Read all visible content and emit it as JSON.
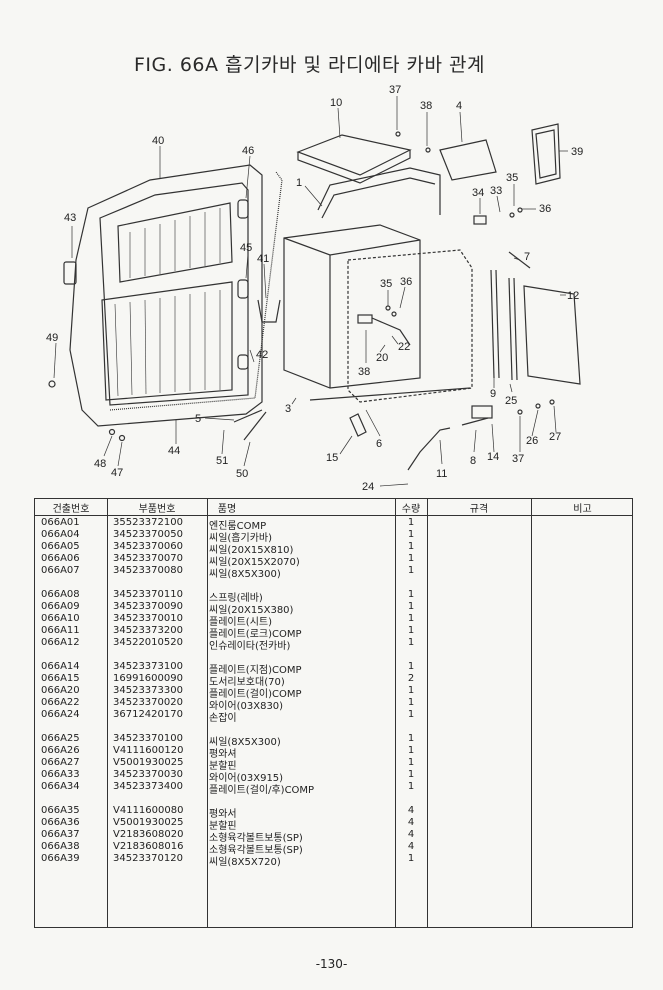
{
  "title": "FIG. 66A 흡기카바 및 라디에타 카바 관계",
  "callouts": [
    "10",
    "37",
    "38",
    "4",
    "39",
    "40",
    "46",
    "1",
    "34",
    "33",
    "35",
    "36",
    "43",
    "45",
    "41",
    "7",
    "35",
    "36",
    "12",
    "22",
    "20",
    "38",
    "49",
    "42",
    "9",
    "25",
    "5",
    "3",
    "6",
    "15",
    "8",
    "14",
    "37",
    "26",
    "27",
    "11",
    "24",
    "48",
    "47",
    "44",
    "51",
    "50"
  ],
  "table": {
    "headers": {
      "code": "건출번호",
      "part_no": "부품번호",
      "name": "품명",
      "qty": "수량",
      "spec": "규격",
      "remark": "비고"
    },
    "groups": [
      [
        {
          "code": "066A01",
          "part_no": "35523372100",
          "name": "엔진룸COMP",
          "qty": "1"
        },
        {
          "code": "066A04",
          "part_no": "34523370050",
          "name": "씨일(흡기카바)",
          "qty": "1"
        },
        {
          "code": "066A05",
          "part_no": "34523370060",
          "name": "씨일(20X15X810)",
          "qty": "1"
        },
        {
          "code": "066A06",
          "part_no": "34523370070",
          "name": "씨일(20X15X2070)",
          "qty": "1"
        },
        {
          "code": "066A07",
          "part_no": "34523370080",
          "name": "씨일(8X5X300)",
          "qty": "1"
        }
      ],
      [
        {
          "code": "066A08",
          "part_no": "34523370110",
          "name": "스프링(레바)",
          "qty": "1"
        },
        {
          "code": "066A09",
          "part_no": "34523370090",
          "name": "씨일(20X15X380)",
          "qty": "1"
        },
        {
          "code": "066A10",
          "part_no": "34523370010",
          "name": "플레이트(시트)",
          "qty": "1"
        },
        {
          "code": "066A11",
          "part_no": "34523373200",
          "name": "플레이트(로크)COMP",
          "qty": "1"
        },
        {
          "code": "066A12",
          "part_no": "34522010520",
          "name": "인슈레이타(전카바)",
          "qty": "1"
        }
      ],
      [
        {
          "code": "066A14",
          "part_no": "34523373100",
          "name": "플레이트(지점)COMP",
          "qty": "1"
        },
        {
          "code": "066A15",
          "part_no": "16991600090",
          "name": "도서리보호대(70)",
          "qty": "2"
        },
        {
          "code": "066A20",
          "part_no": "34523373300",
          "name": "플레이트(걸이)COMP",
          "qty": "1"
        },
        {
          "code": "066A22",
          "part_no": "34523370020",
          "name": "와이어(03X830)",
          "qty": "1"
        },
        {
          "code": "066A24",
          "part_no": "36712420170",
          "name": "손잡이",
          "qty": "1"
        }
      ],
      [
        {
          "code": "066A25",
          "part_no": "34523370100",
          "name": "씨일(8X5X300)",
          "qty": "1"
        },
        {
          "code": "066A26",
          "part_no": "V4111600120",
          "name": "평와셔",
          "qty": "1"
        },
        {
          "code": "066A27",
          "part_no": "V5001930025",
          "name": "분할핀",
          "qty": "1"
        },
        {
          "code": "066A33",
          "part_no": "34523370030",
          "name": "와이어(03X915)",
          "qty": "1"
        },
        {
          "code": "066A34",
          "part_no": "34523373400",
          "name": "플레이트(걸이/후)COMP",
          "qty": "1"
        }
      ],
      [
        {
          "code": "066A35",
          "part_no": "V4111600080",
          "name": "평와서",
          "qty": "4"
        },
        {
          "code": "066A36",
          "part_no": "V5001930025",
          "name": "분할핀",
          "qty": "4"
        },
        {
          "code": "066A37",
          "part_no": "V2183608020",
          "name": "소형육각볼트보통(SP)",
          "qty": "4"
        },
        {
          "code": "066A38",
          "part_no": "V2183608016",
          "name": "소형육각볼트보통(SP)",
          "qty": "4"
        },
        {
          "code": "066A39",
          "part_no": "34523370120",
          "name": "씨일(8X5X720)",
          "qty": "1"
        }
      ]
    ]
  },
  "page_number": "-130-"
}
